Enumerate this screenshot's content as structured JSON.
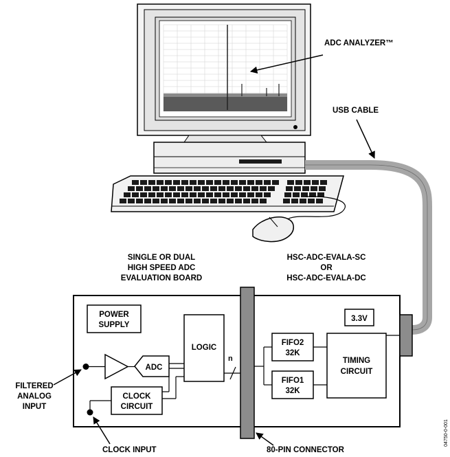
{
  "labels": {
    "analyzer": "ADC ANALYZER™",
    "usb_cable": "USB CABLE",
    "board_title_1": "SINGLE OR DUAL",
    "board_title_2": "HIGH SPEED ADC",
    "board_title_3": "EVALUATION BOARD",
    "kit_1": "HSC-ADC-EVALA-SC",
    "kit_2": "OR",
    "kit_3": "HSC-ADC-EVALA-DC",
    "power_supply_1": "POWER",
    "power_supply_2": "SUPPLY",
    "adc": "ADC",
    "logic": "LOGIC",
    "bus_width": "n",
    "fifo2_1": "FIFO2",
    "fifo2_2": "32K",
    "fifo1_1": "FIFO1",
    "fifo1_2": "32K",
    "timing_1": "TIMING",
    "timing_2": "CIRCUIT",
    "voltage": "3.3V",
    "clock_circuit_1": "CLOCK",
    "clock_circuit_2": "CIRCUIT",
    "analog_input_1": "FILTERED",
    "analog_input_2": "ANALOG",
    "analog_input_3": "INPUT",
    "clock_input": "CLOCK INPUT",
    "connector": "80-PIN CONNECTOR",
    "figure_id": "04750-0-001"
  },
  "colors": {
    "cable": "#a6a6a6",
    "connector": "#8c8c8c",
    "screen_bg": "#ffffff",
    "noise_floor": "#595959",
    "monitor_body": "#f0f0f0"
  }
}
